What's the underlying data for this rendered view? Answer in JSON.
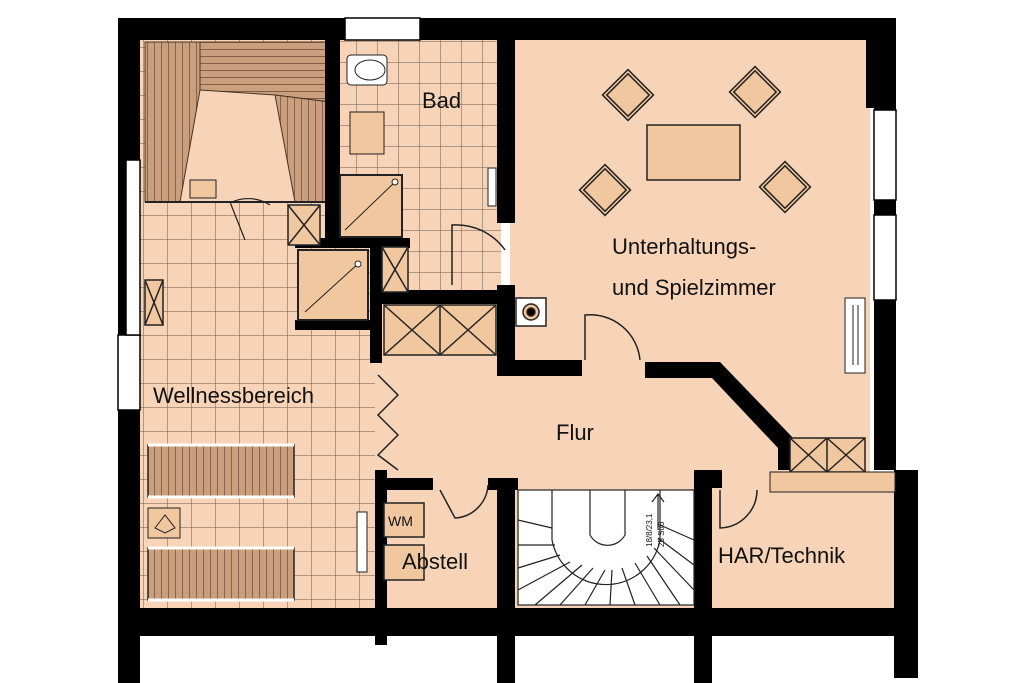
{
  "rooms": {
    "bad": "Bad",
    "unterhaltung_line1": "Unterhaltungs-",
    "unterhaltung_line2": "und Spielzimmer",
    "wellness": "Wellnessbereich",
    "flur": "Flur",
    "abstell": "Abstell",
    "har_technik": "HAR/Technik",
    "wm": "WM"
  },
  "stair_note": {
    "line1": "18/8/23,1",
    "line2": "25 St/6"
  },
  "colors": {
    "floor": "#f7d4b8",
    "wall": "#000000",
    "tile_line": "#6b5a4c",
    "furniture": "#f1c79f",
    "sauna_wood": "#b89274",
    "background": "#ffffff"
  }
}
